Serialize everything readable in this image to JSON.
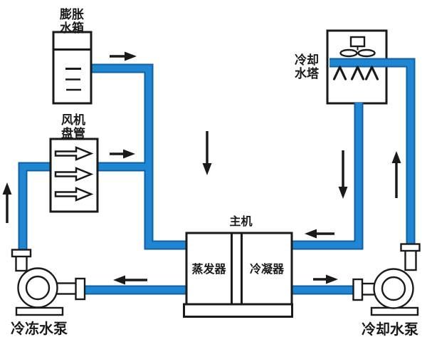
{
  "diagram_type": "chilled-water central air-conditioning system schematic",
  "colors": {
    "pipe": "#1f87d2",
    "pipe_border": "#0d5fa8",
    "line": "#1a1a1a",
    "background": "#ffffff",
    "box_fill": "#ffffff"
  },
  "components": {
    "expansion_tank": {
      "label_line1": "膨胀",
      "label_line2": "水箱"
    },
    "fan_coil": {
      "label_line1": "风机",
      "label_line2": "盘管"
    },
    "cooling_tower": {
      "label_line1": "冷却",
      "label_line2": "水塔"
    },
    "main_unit": {
      "label": "主机",
      "evaporator_label": "蒸发器",
      "condenser_label": "冷凝器"
    },
    "chilled_pump": {
      "label": "冷冻水泵"
    },
    "cooling_pump": {
      "label": "冷却水泵"
    }
  },
  "flow_arrows": {
    "tank_outlet": "right",
    "fancoil_outlet": "right",
    "supply_down": "down",
    "return_up": "up",
    "evap_return": "left",
    "cond_supply": "left",
    "cond_to_pump": "right",
    "tower_down": "down",
    "riser_up": "up",
    "fan_coil_airflow": [
      "right",
      "right",
      "right"
    ]
  }
}
